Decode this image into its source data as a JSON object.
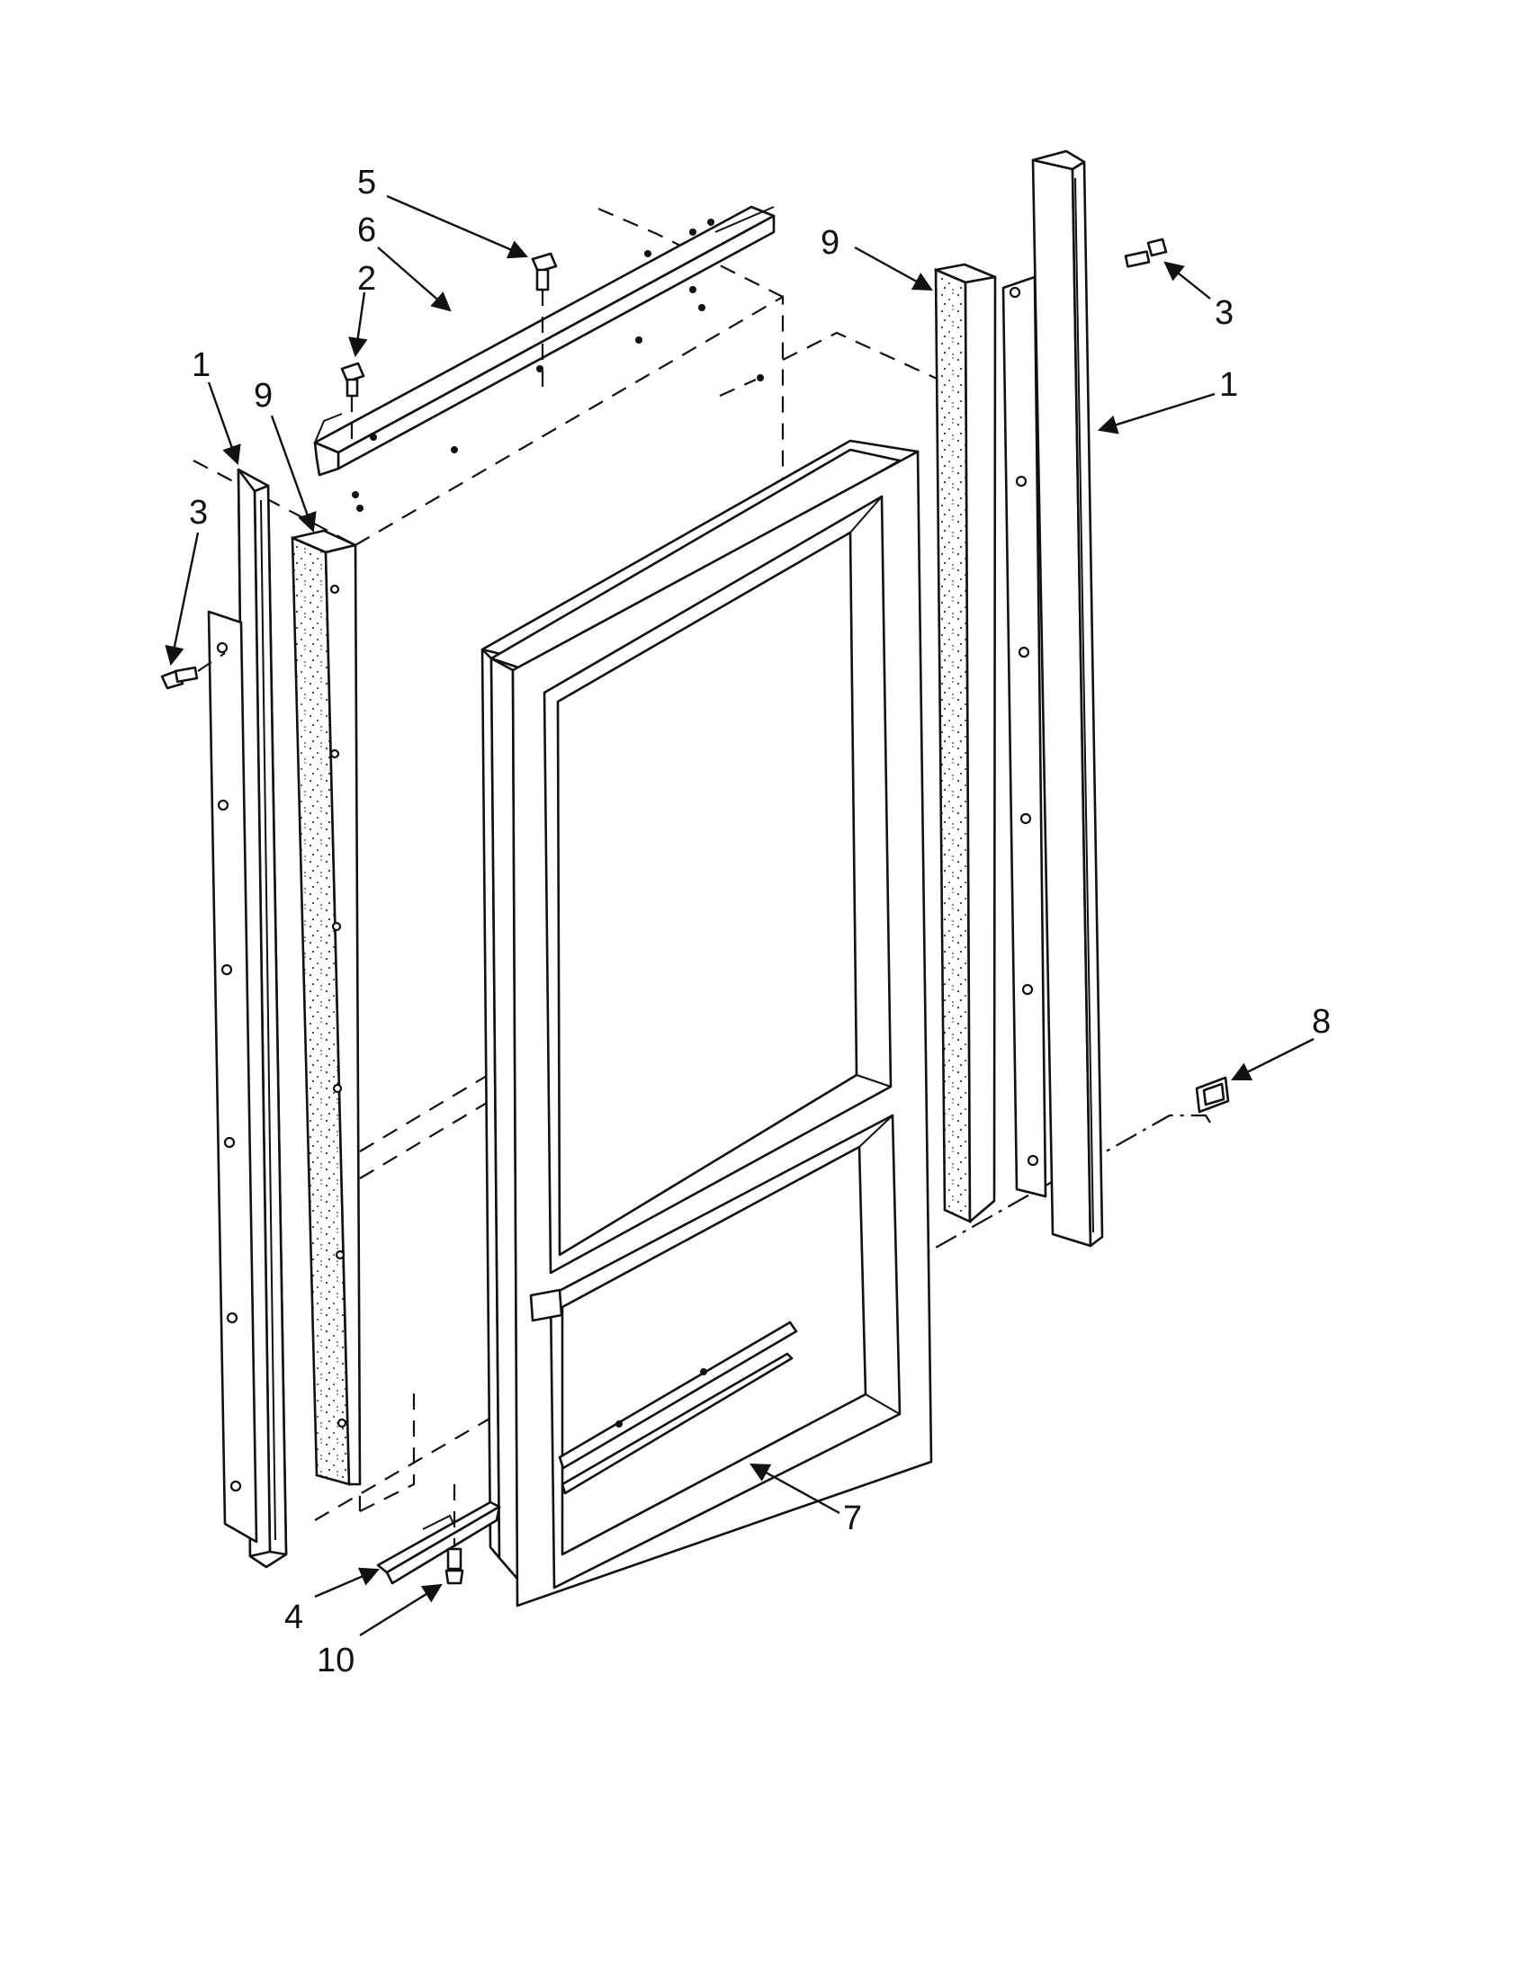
{
  "callouts": {
    "c1_left": "1",
    "c1_right": "1",
    "c2": "2",
    "c3_left": "3",
    "c3_right": "3",
    "c4": "4",
    "c5": "5",
    "c6": "6",
    "c7": "7",
    "c8": "8",
    "c9_left": "9",
    "c9_right": "9",
    "c10": "10"
  },
  "colors": {
    "line": "#111111",
    "background": "#ffffff"
  }
}
